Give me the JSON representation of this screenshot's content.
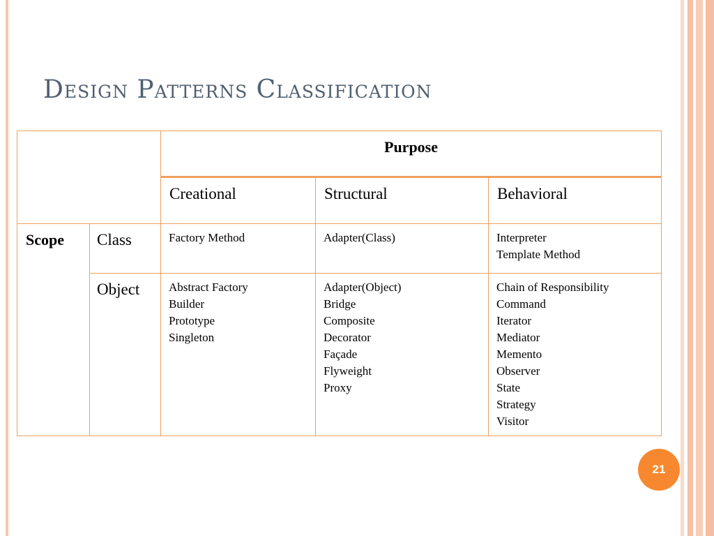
{
  "slide": {
    "title": "Design Patterns Classification",
    "page_number": "21"
  },
  "table": {
    "purpose_header": "Purpose",
    "scope_header": "Scope",
    "categories": [
      "Creational",
      "Structural",
      "Behavioral"
    ],
    "rows": [
      {
        "scope": "Class",
        "creational": [
          "Factory Method"
        ],
        "structural": [
          "Adapter(Class)"
        ],
        "behavioral": [
          "Interpreter",
          "Template Method"
        ]
      },
      {
        "scope": "Object",
        "creational": [
          "Abstract Factory",
          "Builder",
          "Prototype",
          "Singleton"
        ],
        "structural": [
          "Adapter(Object)",
          "Bridge",
          "Composite",
          "Decorator",
          "Façade",
          "Flyweight",
          "Proxy"
        ],
        "behavioral": [
          "Chain of Responsibility",
          "Command",
          "Iterator",
          "Mediator",
          "Memento",
          "Observer",
          "State",
          "Strategy",
          "Visitor"
        ]
      }
    ]
  },
  "colors": {
    "accent": "#f7882f",
    "table_border": "#f0a060",
    "title": "#4f5f70",
    "decor": "#f6c1a4"
  }
}
